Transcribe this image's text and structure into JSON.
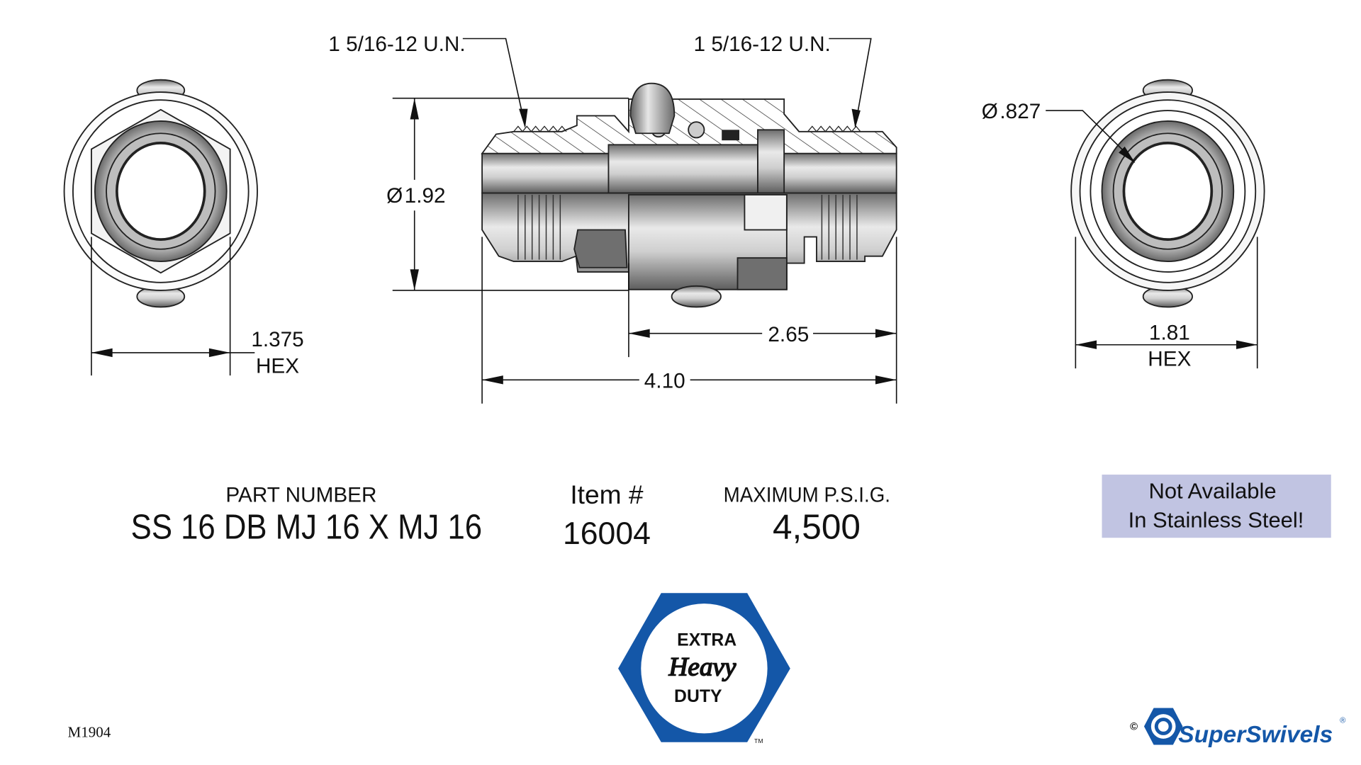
{
  "dimensions": {
    "thread_left": "1 5/16-12 U.N.",
    "thread_right": "1 5/16-12 U.N.",
    "diameter_body": "1.92",
    "diameter_bore": ".827",
    "hex_left_value": "1.375",
    "hex_left_label": "HEX",
    "hex_right_value": "1.81",
    "hex_right_label": "HEX",
    "length_partial": "2.65",
    "length_overall": "4.10",
    "diameter_symbol": "Ø"
  },
  "specs": {
    "part_number_label": "PART NUMBER",
    "part_number": "SS 16 DB MJ 16 X MJ 16",
    "item_label": "Item #",
    "item_number": "16004",
    "pressure_label": "MAXIMUM P.S.I.G.",
    "pressure_value": "4,500"
  },
  "notice": {
    "line1": "Not Available",
    "line2": "In Stainless Steel!",
    "bg_color": "#c1c4e2"
  },
  "drawing_code": "M1904",
  "badge": {
    "line1": "EXTRA",
    "line2": "Heavy",
    "line3": "DUTY",
    "trademark": "TM",
    "color": "#1457a8"
  },
  "brand": {
    "copyright": "©",
    "name": "SuperSwivels",
    "registered": "®",
    "color": "#1457a8"
  }
}
